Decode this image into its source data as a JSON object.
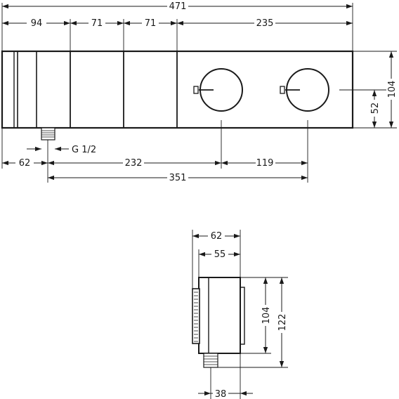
{
  "top_view": {
    "dim_overall_width": "471",
    "dim_segment_1": "94",
    "dim_segment_2": "71",
    "dim_segment_3": "71",
    "dim_segment_4": "235",
    "dim_height": "104",
    "dim_knob_height": "52",
    "dim_outlet_offset": "62",
    "dim_outlet_to_knob1": "232",
    "dim_knob_spacing": "119",
    "dim_outlet_to_knob2": "351",
    "thread_label": "G 1/2"
  },
  "side_view": {
    "dim_depth": "62",
    "dim_inner_depth": "55",
    "dim_body_height": "104",
    "dim_total_height": "122",
    "dim_outlet_depth": "38"
  }
}
